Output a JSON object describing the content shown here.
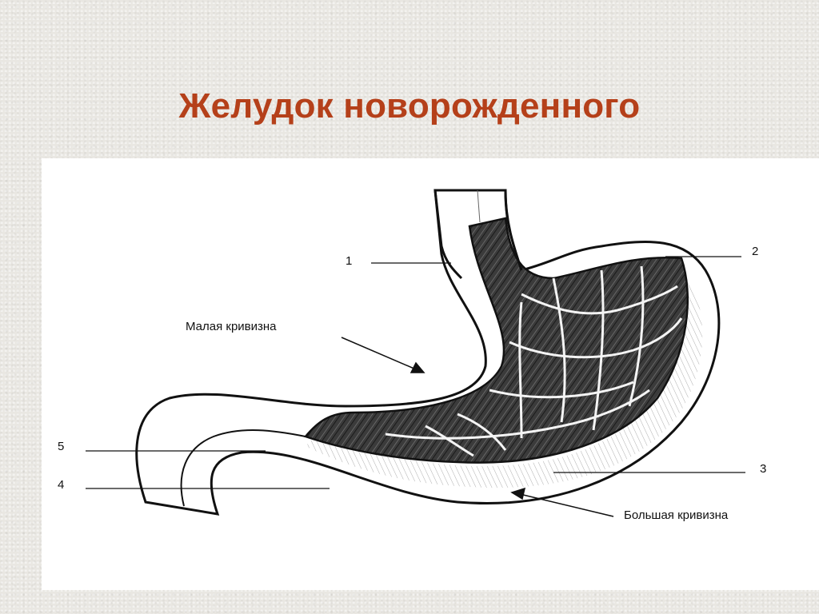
{
  "slide": {
    "title": "Желудок новорожденного"
  },
  "figure": {
    "labels": {
      "n1": "1",
      "n2": "2",
      "n3": "3",
      "n4": "4",
      "n5": "5",
      "lesser_curvature": "Малая кривизна",
      "greater_curvature": "Большая кривизна"
    }
  },
  "colors": {
    "title": "#b5401a",
    "background": "#e9e7e2",
    "figure_bg": "#ffffff",
    "ink": "#111111"
  }
}
